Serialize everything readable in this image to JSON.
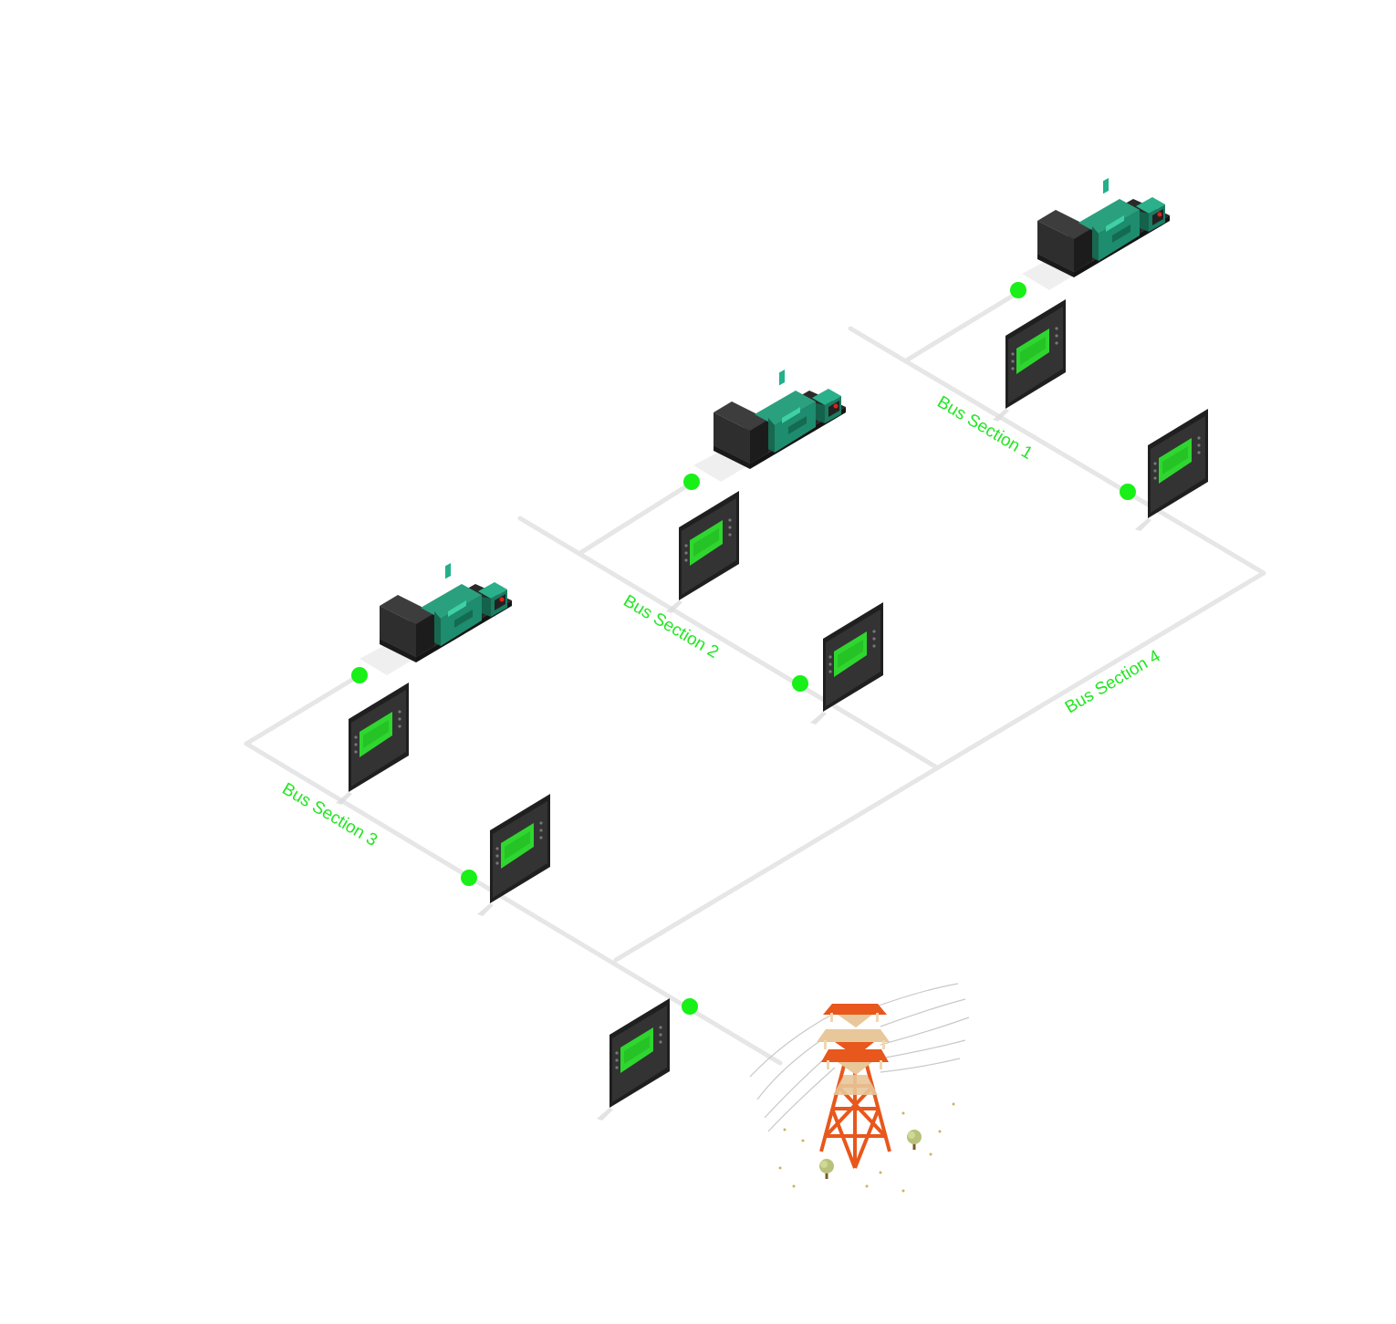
{
  "colors": {
    "background": "#ffffff",
    "bus_line": "#e8e8e8",
    "bus_label": "#22e622",
    "status_dot": "#18f018",
    "controller_body": "#2b2b2b",
    "controller_screen": "#2fd62f",
    "generator_body": "#1e8c6e",
    "generator_enclosure": "#262626",
    "tower": "#e8571c",
    "tower_accent": "#e8c79a"
  },
  "bus_sections": [
    {
      "id": "bus-1",
      "label": "Bus Section 1"
    },
    {
      "id": "bus-2",
      "label": "Bus Section 2"
    },
    {
      "id": "bus-3",
      "label": "Bus Section 3"
    },
    {
      "id": "bus-4",
      "label": "Bus Section 4"
    }
  ],
  "generators": [
    {
      "id": "gen-1",
      "bus": "bus-1",
      "icon": "generator-set-icon"
    },
    {
      "id": "gen-2",
      "bus": "bus-2",
      "icon": "generator-set-icon"
    },
    {
      "id": "gen-3",
      "bus": "bus-3",
      "icon": "generator-set-icon"
    }
  ],
  "controllers": [
    {
      "id": "gen-1-controller",
      "icon": "controller-icon"
    },
    {
      "id": "gen-2-controller",
      "icon": "controller-icon"
    },
    {
      "id": "gen-3-controller",
      "icon": "controller-icon"
    },
    {
      "id": "bus-1-tie-controller",
      "icon": "controller-icon"
    },
    {
      "id": "bus-2-tie-controller",
      "icon": "controller-icon"
    },
    {
      "id": "bus-3-tie-controller",
      "icon": "controller-icon"
    },
    {
      "id": "mains-controller",
      "icon": "controller-icon"
    }
  ],
  "utility": {
    "icon": "transmission-tower-icon"
  }
}
